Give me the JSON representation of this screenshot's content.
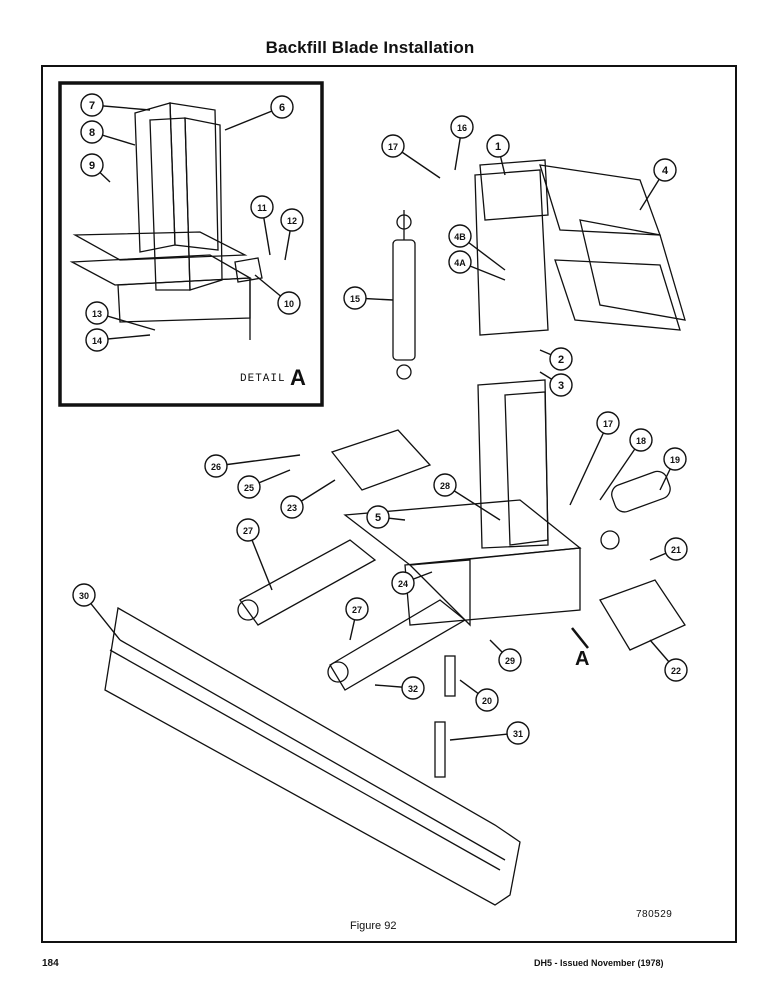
{
  "header": {
    "title": "Backfill Blade Installation"
  },
  "figure": {
    "caption": "Figure 92",
    "drawing_number": "780529",
    "detail_label": "DETAIL",
    "detail_letter": "A",
    "view_arrow_letter": "A",
    "callouts": [
      "1",
      "2",
      "3",
      "4",
      "4B",
      "4A",
      "5",
      "6",
      "7",
      "8",
      "9",
      "10",
      "11",
      "12",
      "13",
      "14",
      "15",
      "16",
      "17",
      "17",
      "18",
      "19",
      "20",
      "21",
      "22",
      "23",
      "24",
      "25",
      "26",
      "27",
      "27",
      "28",
      "29",
      "30",
      "31",
      "32"
    ]
  },
  "footer": {
    "page_number": "184",
    "issue": "DH5 - Issued November (1978)"
  }
}
